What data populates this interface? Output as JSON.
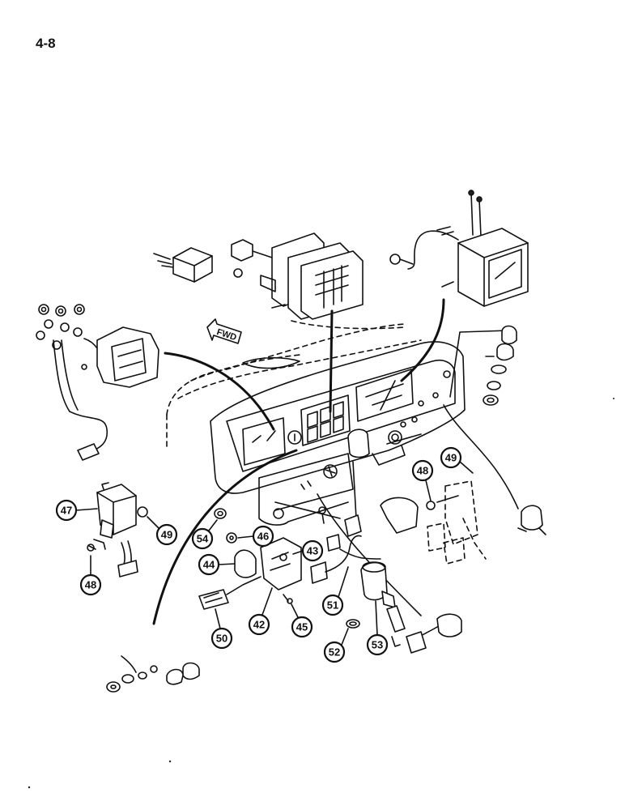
{
  "page_number": "4-8",
  "fwd_label": "FWD",
  "callouts": [
    {
      "id": "c47",
      "label": "47"
    },
    {
      "id": "c48a",
      "label": "48"
    },
    {
      "id": "c49a",
      "label": "49"
    },
    {
      "id": "c54",
      "label": "54"
    },
    {
      "id": "c46",
      "label": "46"
    },
    {
      "id": "c43",
      "label": "43"
    },
    {
      "id": "c44",
      "label": "44"
    },
    {
      "id": "c42",
      "label": "42"
    },
    {
      "id": "c45",
      "label": "45"
    },
    {
      "id": "c50",
      "label": "50"
    },
    {
      "id": "c51",
      "label": "51"
    },
    {
      "id": "c52",
      "label": "52"
    },
    {
      "id": "c53",
      "label": "53"
    },
    {
      "id": "c48b",
      "label": "48"
    },
    {
      "id": "c49b",
      "label": "49"
    }
  ]
}
